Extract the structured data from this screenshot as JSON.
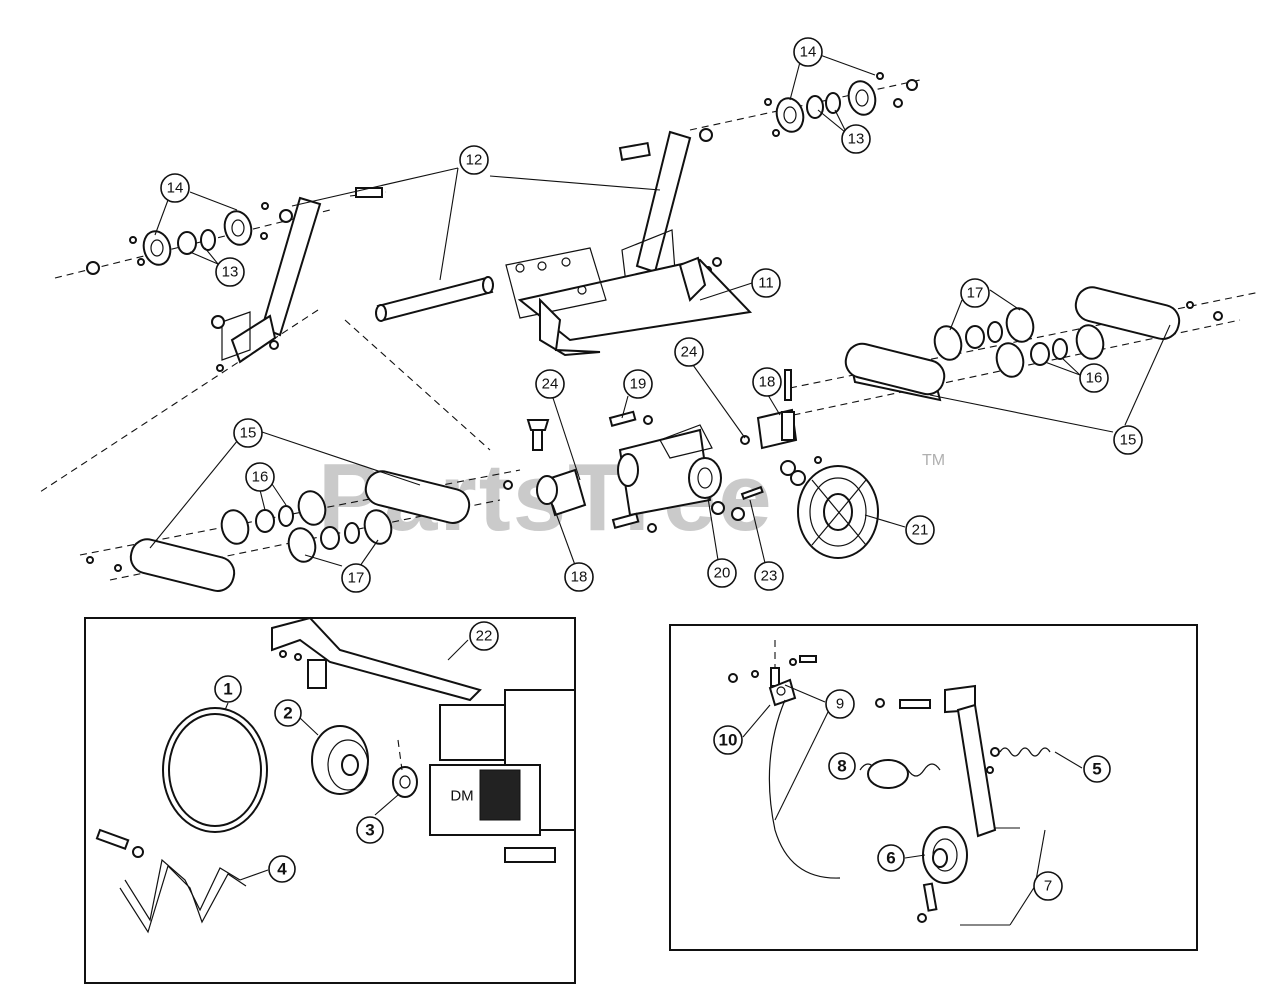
{
  "watermark": {
    "text": "PartsTree",
    "trademark": "TM"
  },
  "callouts": [
    {
      "id": "c1",
      "label": "1",
      "style": "bold"
    },
    {
      "id": "c2",
      "label": "2",
      "style": "bold"
    },
    {
      "id": "c3",
      "label": "3",
      "style": "bold"
    },
    {
      "id": "c4",
      "label": "4",
      "style": "bold"
    },
    {
      "id": "c5",
      "label": "5",
      "style": "bold"
    },
    {
      "id": "c6",
      "label": "6",
      "style": "bold"
    },
    {
      "id": "c7",
      "label": "7",
      "style": "normal"
    },
    {
      "id": "c8",
      "label": "8",
      "style": "bold"
    },
    {
      "id": "c9",
      "label": "9",
      "style": "normal"
    },
    {
      "id": "c10",
      "label": "10",
      "style": "bold"
    },
    {
      "id": "c11",
      "label": "11",
      "style": "normal"
    },
    {
      "id": "c12",
      "label": "12",
      "style": "normal"
    },
    {
      "id": "c13a",
      "label": "13",
      "style": "normal"
    },
    {
      "id": "c13b",
      "label": "13",
      "style": "normal"
    },
    {
      "id": "c14a",
      "label": "14",
      "style": "normal"
    },
    {
      "id": "c14b",
      "label": "14",
      "style": "normal"
    },
    {
      "id": "c15a",
      "label": "15",
      "style": "normal"
    },
    {
      "id": "c15b",
      "label": "15",
      "style": "normal"
    },
    {
      "id": "c16a",
      "label": "16",
      "style": "normal"
    },
    {
      "id": "c16b",
      "label": "16",
      "style": "normal"
    },
    {
      "id": "c17a",
      "label": "17",
      "style": "normal"
    },
    {
      "id": "c17b",
      "label": "17",
      "style": "normal"
    },
    {
      "id": "c18a",
      "label": "18",
      "style": "normal"
    },
    {
      "id": "c18b",
      "label": "18",
      "style": "normal"
    },
    {
      "id": "c19",
      "label": "19",
      "style": "normal"
    },
    {
      "id": "c20",
      "label": "20",
      "style": "normal"
    },
    {
      "id": "c21",
      "label": "21",
      "style": "normal"
    },
    {
      "id": "c22",
      "label": "22",
      "style": "normal"
    },
    {
      "id": "c23",
      "label": "23",
      "style": "normal"
    },
    {
      "id": "c24a",
      "label": "24",
      "style": "normal"
    },
    {
      "id": "c24b",
      "label": "24",
      "style": "normal"
    }
  ],
  "engine_label": "DM"
}
